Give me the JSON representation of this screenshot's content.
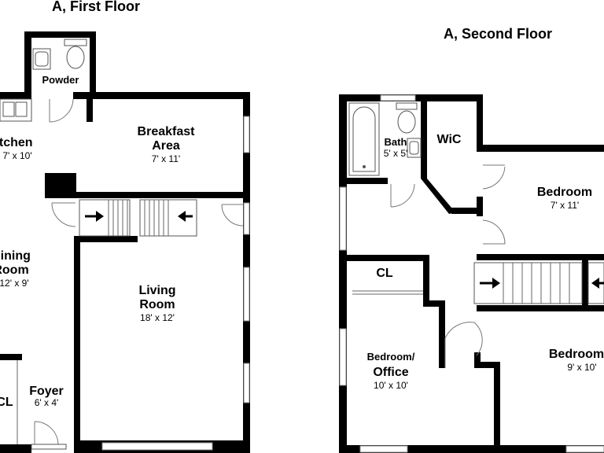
{
  "titles": {
    "first_floor": "A, First Floor",
    "second_floor": "A, Second Floor"
  },
  "first_floor": {
    "powder": {
      "name": "Powder"
    },
    "kitchen": {
      "name": "itchen",
      "dims": "7' x 10'"
    },
    "breakfast": {
      "name_line1": "Breakfast",
      "name_line2": "Area",
      "dims": "7' x 11'"
    },
    "dining": {
      "name_line1": "Dining",
      "name_line2": "Room",
      "dims": "12' x 9'"
    },
    "living": {
      "name_line1": "Living",
      "name_line2": "Room",
      "dims": "18' x 12'"
    },
    "foyer": {
      "name": "Foyer",
      "dims": "6' x 4'"
    },
    "closet": {
      "name": "CL"
    }
  },
  "second_floor": {
    "bath": {
      "name": "Bath",
      "dims": "5' x 5'"
    },
    "wic": {
      "name": "WiC"
    },
    "bedroom_1": {
      "name": "Bedroom",
      "dims": "7' x 11'"
    },
    "closet": {
      "name": "CL"
    },
    "bedroom_office": {
      "name_line1": "Bedroom/",
      "name_line2": "Office",
      "dims": "10' x 10'"
    },
    "bedroom_2": {
      "name": "Bedroom",
      "dims": "9' x 10'"
    }
  }
}
